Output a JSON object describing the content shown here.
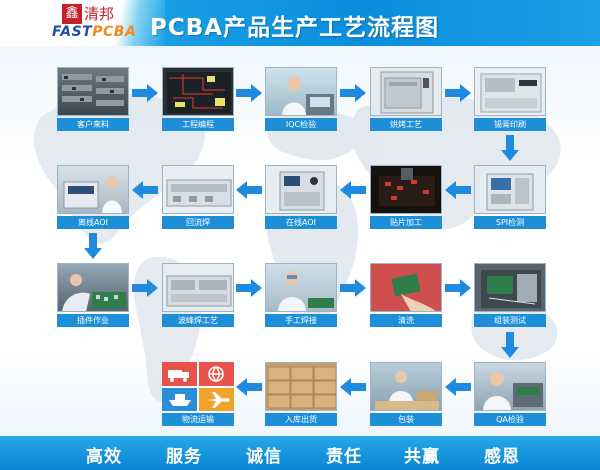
{
  "header": {
    "logo_mark": "鑫",
    "logo_cn": "清邦",
    "logo_en_part1": "FAST",
    "logo_en_part2": "PCBA",
    "title": "PCBA产品生产工艺流程图"
  },
  "steps": [
    {
      "label": "客户来料",
      "image": "warehouse-shelves"
    },
    {
      "label": "工程编程",
      "image": "pcb-layout"
    },
    {
      "label": "IQC检验",
      "image": "inspection-worker"
    },
    {
      "label": "烘烤工艺",
      "image": "baking-oven"
    },
    {
      "label": "锡膏印刷",
      "image": "paste-printer"
    },
    {
      "label": "SPI检测",
      "image": "spi-machine"
    },
    {
      "label": "贴片加工",
      "image": "smt-placement"
    },
    {
      "label": "在线AOI",
      "image": "aoi-machine"
    },
    {
      "label": "回流焊",
      "image": "reflow-oven"
    },
    {
      "label": "离线AOI",
      "image": "offline-aoi"
    },
    {
      "label": "插件作业",
      "image": "through-hole-insert"
    },
    {
      "label": "波峰焊工艺",
      "image": "wave-solder"
    },
    {
      "label": "手工焊接",
      "image": "hand-soldering"
    },
    {
      "label": "清洗",
      "image": "cleaning"
    },
    {
      "label": "组装测试",
      "image": "assembly-test"
    },
    {
      "label": "QA检验",
      "image": "qa-inspection"
    },
    {
      "label": "包装",
      "image": "packaging"
    },
    {
      "label": "入库出货",
      "image": "warehouse-boxes"
    },
    {
      "label": "物流运输",
      "image": "logistics-icons"
    }
  ],
  "footer": {
    "slogans": [
      "高效",
      "服务",
      "诚信",
      "责任",
      "共赢",
      "感恩"
    ]
  },
  "colors": {
    "header_blue": "#0a8edc",
    "label_blue": "#1c8fd8",
    "arrow_blue": "#1e8be0",
    "logo_red": "#c7202b",
    "logo_orange": "#f08a1c"
  }
}
